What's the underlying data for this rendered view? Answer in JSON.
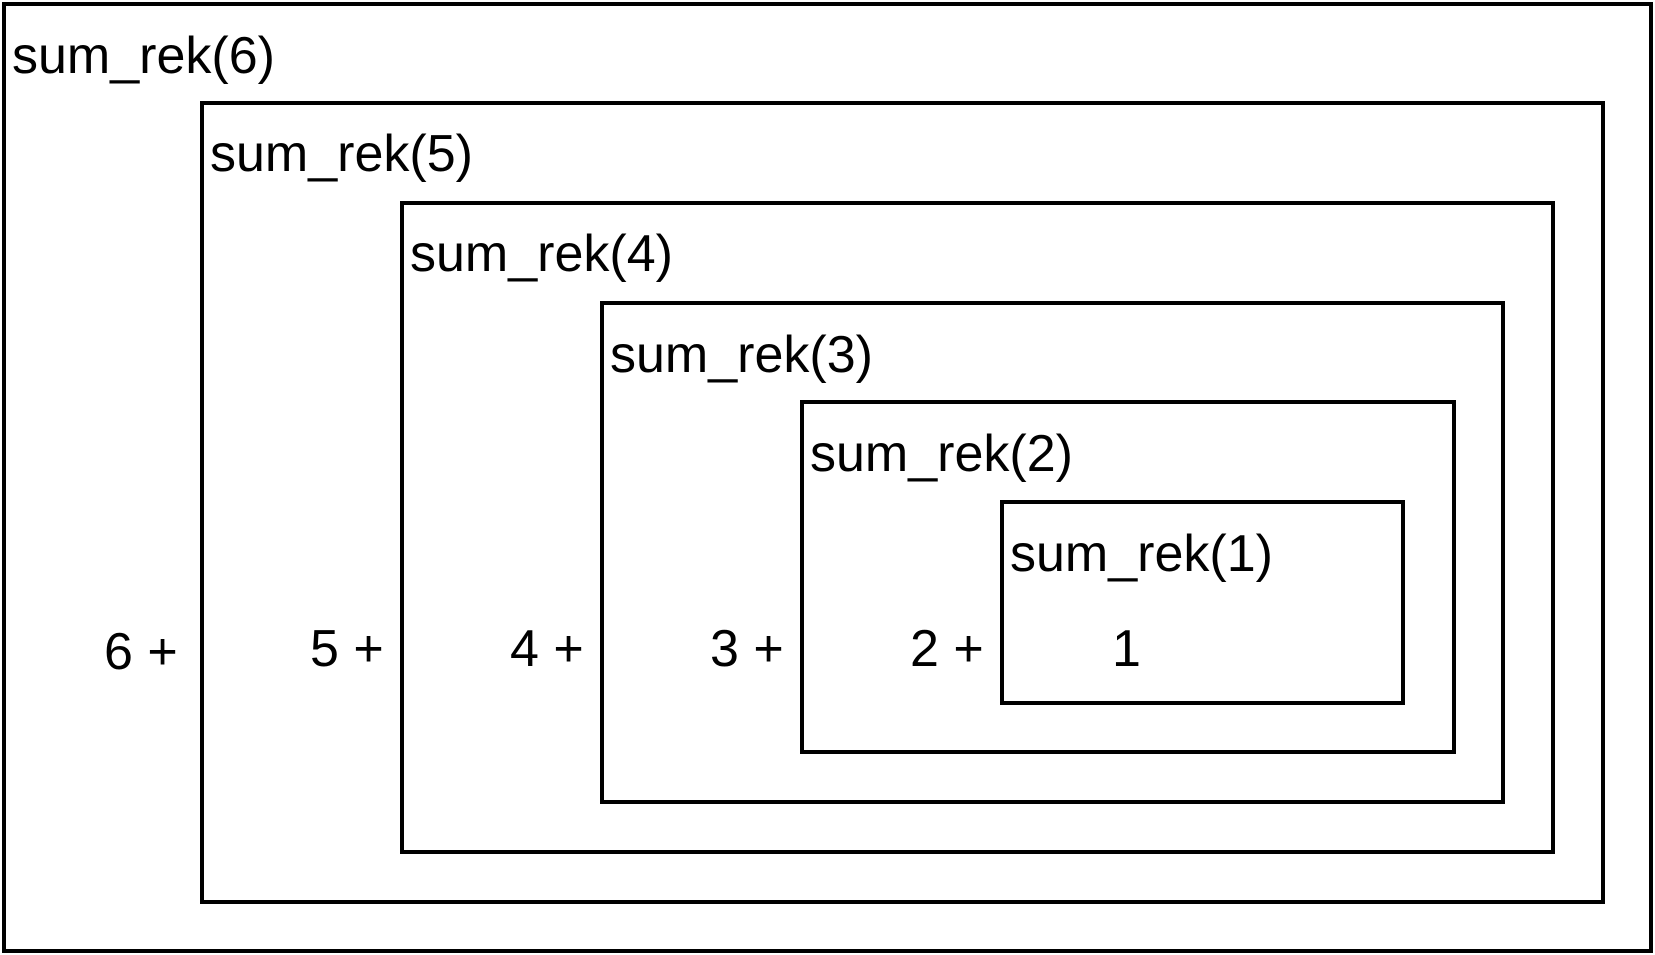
{
  "frames": [
    {
      "label": "sum_rek(6)",
      "term": "6 +"
    },
    {
      "label": "sum_rek(5)",
      "term": "5 +"
    },
    {
      "label": "sum_rek(4)",
      "term": "4 +"
    },
    {
      "label": "sum_rek(3)",
      "term": "3 +"
    },
    {
      "label": "sum_rek(2)",
      "term": "2 +"
    },
    {
      "label": "sum_rek(1)",
      "term": "1"
    }
  ],
  "colors": {
    "stroke": "#000000",
    "background": "#ffffff"
  }
}
